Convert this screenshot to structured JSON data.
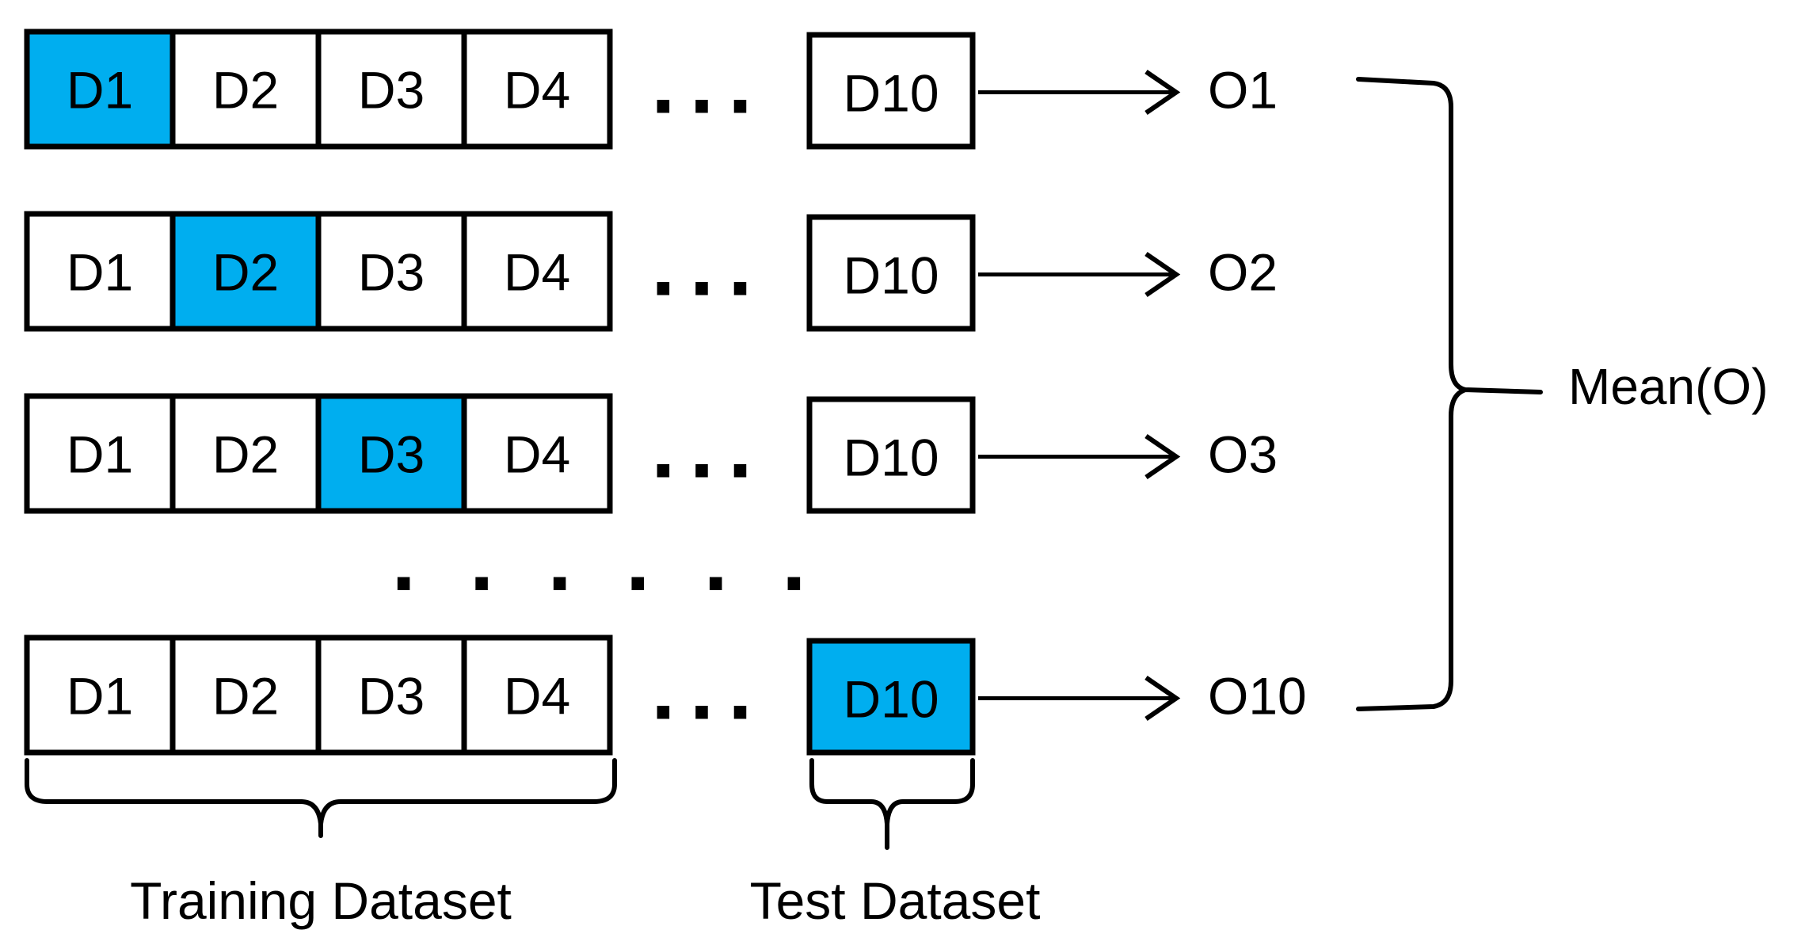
{
  "diagram": {
    "highlight_color": "#00AEEF",
    "stroke_color": "#000000",
    "rows": [
      {
        "training_cells": [
          "D1",
          "D2",
          "D3",
          "D4"
        ],
        "test_cell": "D10",
        "highlight_index": 0,
        "ellipsis": "...",
        "output": "O1"
      },
      {
        "training_cells": [
          "D1",
          "D2",
          "D3",
          "D4"
        ],
        "test_cell": "D10",
        "highlight_index": 1,
        "ellipsis": "...",
        "output": "O2"
      },
      {
        "training_cells": [
          "D1",
          "D2",
          "D3",
          "D4"
        ],
        "test_cell": "D10",
        "highlight_index": 2,
        "ellipsis": "...",
        "output": "O3"
      },
      {
        "training_cells": [
          "D1",
          "D2",
          "D3",
          "D4"
        ],
        "test_cell": "D10",
        "highlight_index": 4,
        "ellipsis": "...",
        "output": "O10"
      }
    ],
    "vertical_ellipsis": "......",
    "mean_label": "Mean(O)",
    "training_label": "Training Dataset",
    "test_label": "Test Dataset"
  }
}
